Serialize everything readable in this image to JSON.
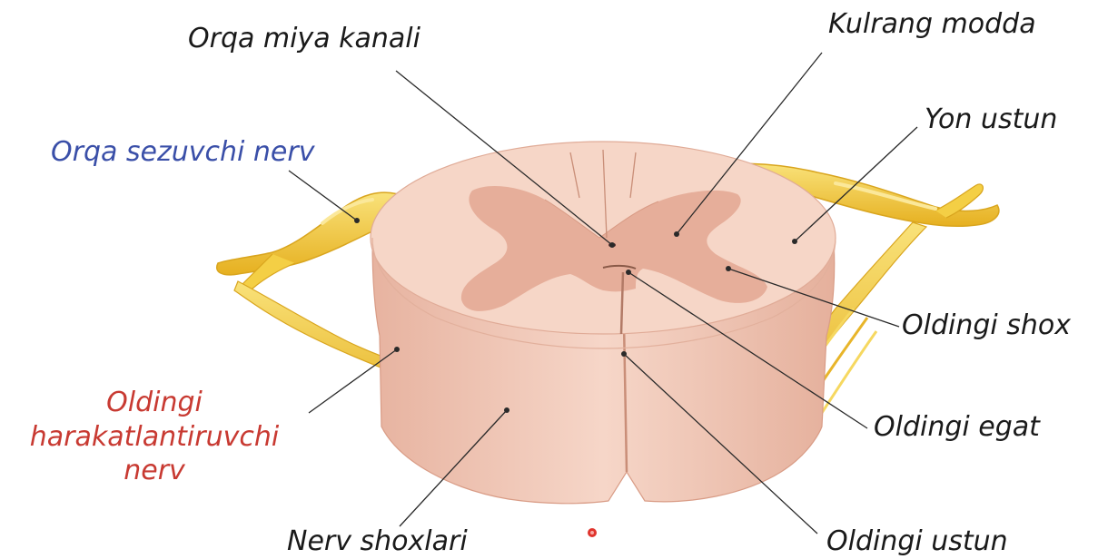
{
  "labels": {
    "central_canal": "Orqa miya kanali",
    "grey_matter": "Kulrang modda",
    "lateral_column": "Yon ustun",
    "dorsal_root": "Orqa sezuvchi nerv",
    "ventral_horn": "Oldingi shox",
    "ventral_root_line1": "Oldingi",
    "ventral_root_line2": "harakatlantiruvchi",
    "ventral_root_line3": "nerv",
    "anterior_fissure": "Oldingi egat",
    "nerve_branches": "Nerv shoxlari",
    "anterior_column": "Oldingi ustun"
  },
  "colors": {
    "white_matter": "#f4d3c4",
    "white_matter_side": "#efc3b0",
    "grey_matter": "#e5ad9a",
    "nerve": "#f2c530",
    "nerve_light": "#f8de6a",
    "leader_line": "#2a2a2a",
    "dorsal_label": "#3a4fa8",
    "ventral_label": "#c83a32",
    "marker_dot": "#e0342d"
  }
}
